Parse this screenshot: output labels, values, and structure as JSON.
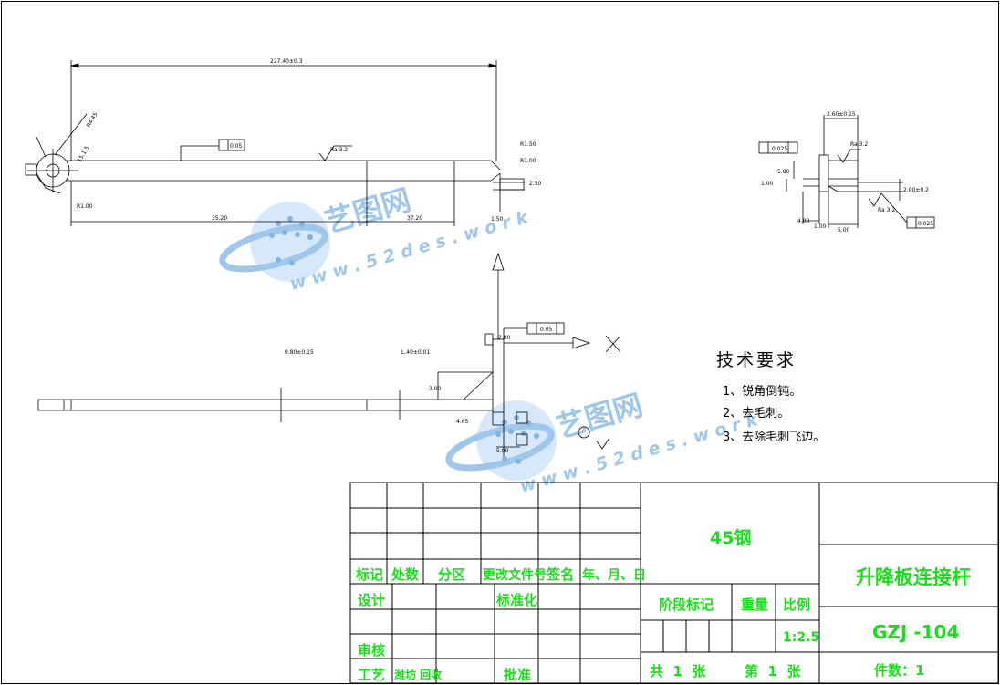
{
  "colors": {
    "line": "#000000",
    "title_block_text": "#18e018",
    "watermark": "#9ecbf2",
    "background": "#ffffff"
  },
  "drawing": {
    "dim_overall": "227.40±0.3",
    "dim_left": "35.20",
    "dim_mid": "37.20",
    "dim_right_a": "R1.50",
    "dim_right_b": "R1.00",
    "dim_right_c": "2.50",
    "dim_vert": "1.50",
    "dim_hole": "R1.00",
    "dim_leader_1": "15.1.5",
    "dim_leader_2": "R4.45",
    "gdt_top": "0.05",
    "roughness_top": "Ra 3.2",
    "side_dim_1": "0.80±0.15",
    "side_dim_2": "L.40±0.01",
    "side_dim_3": "3.00",
    "side_dim_4": "4.65",
    "side_dim_5": "5.00",
    "side_dim_6": "2.00",
    "gdt_mid": "0.05",
    "detail_dim_top": "2.60±0.15",
    "detail_gdt_1": "0.025",
    "detail_gdt_2": "0.025",
    "detail_rough_1": "Ra 3.2",
    "detail_rough_2": "Ra 3.2",
    "detail_dim_right": "2.00±0.2",
    "detail_dim_a": "5.80",
    "detail_dim_b": "1.00",
    "detail_dim_c": "4.00",
    "detail_dim_d": "1.00",
    "detail_dim_e": "5.00"
  },
  "tech_requirements": {
    "title": "技术要求",
    "items": [
      "1、锐角倒钝。",
      "2、去毛刺。",
      "3、去除毛刺飞边。"
    ]
  },
  "title_block": {
    "material": "45钢",
    "part_name": "升降板连接杆",
    "drawing_no": "GZJ -104",
    "headers": [
      "标记",
      "处数",
      "分区",
      "更改文件号",
      "签名",
      "年、月、日"
    ],
    "design": "设计",
    "standardize": "标准化",
    "review": "审核",
    "process": "工艺",
    "approve": "批准",
    "stage_mark": "阶段标记",
    "weight": "重量",
    "scale_label": "比例",
    "scale_value": "1:2.5",
    "total_sheets": "共  1  张",
    "sheet_no": "第  1  张",
    "quantity": "件数：1",
    "misc_note": "潍坊 回收"
  },
  "watermark": {
    "brand": "艺图网",
    "url": "w w w . 5 2 d e s . w o r k"
  }
}
